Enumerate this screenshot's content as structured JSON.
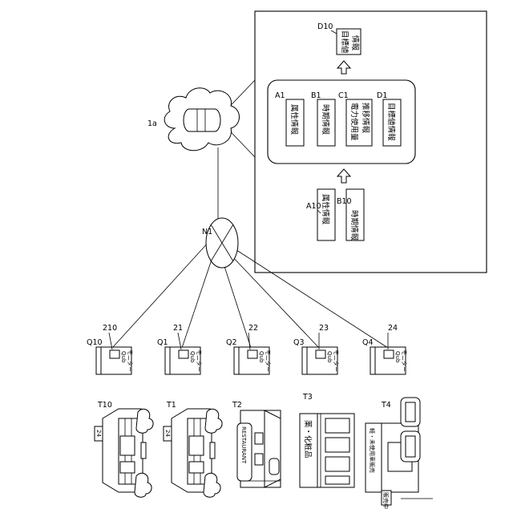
{
  "network": {
    "label": "N1"
  },
  "server": {
    "label": "1a"
  },
  "detail_panel": {
    "target_box": {
      "ref": "D10",
      "line1": "目標値",
      "line2": "情報"
    },
    "record": [
      {
        "ref": "A1",
        "text": "属性情報"
      },
      {
        "ref": "B1",
        "text": "時期情報"
      },
      {
        "ref": "C1",
        "line1": "電力使用量",
        "line2": "推移情報"
      },
      {
        "ref": "D1",
        "text": "目標値情報"
      }
    ],
    "input": [
      {
        "ref": "A10",
        "text": "属性情報"
      },
      {
        "ref": "B10",
        "text": "時期情報"
      }
    ]
  },
  "monitors": [
    {
      "unit": "Q10",
      "device": "210",
      "tag": "Qub",
      "name": "モニター"
    },
    {
      "unit": "Q1",
      "device": "21",
      "tag": "Qub",
      "name": "モニター"
    },
    {
      "unit": "Q2",
      "device": "22",
      "tag": "Qub",
      "name": "モニター"
    },
    {
      "unit": "Q3",
      "device": "23",
      "tag": "Qub",
      "name": "モニター"
    },
    {
      "unit": "Q4",
      "device": "24",
      "tag": "Qub",
      "name": "モニター"
    }
  ],
  "facilities": [
    {
      "ref": "T10",
      "kind": "house",
      "sign": "24"
    },
    {
      "ref": "T1",
      "kind": "house",
      "sign": "24"
    },
    {
      "ref": "T2",
      "kind": "restaurant",
      "sign": "RESTAURANT"
    },
    {
      "ref": "T3",
      "kind": "pharmacy",
      "sign": "薬・化粧品"
    },
    {
      "ref": "T4",
      "kind": "car_dealer",
      "sign": "軽・未使用車販売",
      "sub": "販売中"
    }
  ]
}
